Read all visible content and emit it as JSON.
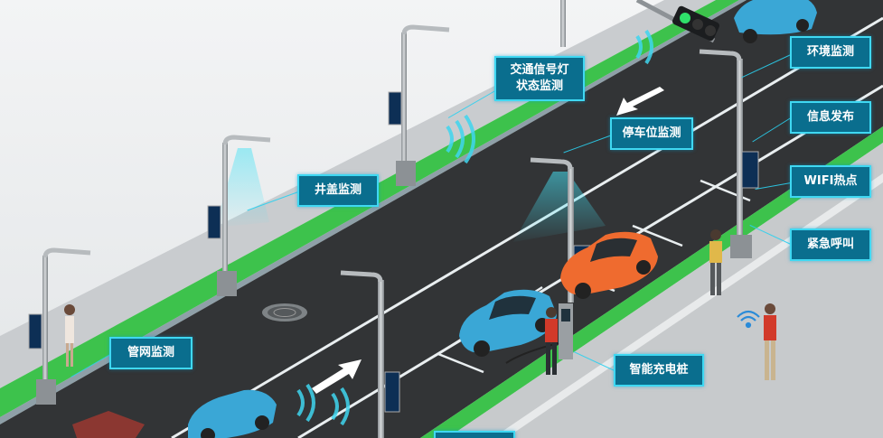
{
  "labels": {
    "traffic_light": "交通信号灯\n状态监测",
    "environment": "环境监测",
    "info_release": "信息发布",
    "parking": "停车位监测",
    "manhole": "井盖监测",
    "wifi": "WIFI热点",
    "emergency": "紧急呼叫",
    "pipe_network": "管网监测",
    "charging": "智能充电桩"
  },
  "colors": {
    "road": "#323436",
    "sidewalk": "#b9bcbe",
    "green_strip": "#3dc24c",
    "label_bg": "#0a6e8e",
    "label_border": "#3fd8f2",
    "car_blue": "#3aa7d6",
    "car_orange": "#ef6b2f"
  },
  "icons": [
    "street-lamp-icon",
    "traffic-light-icon",
    "car-icon",
    "manhole-icon",
    "charging-pile-icon",
    "pedestrian-icon",
    "wifi-icon",
    "direction-arrow-icon"
  ]
}
